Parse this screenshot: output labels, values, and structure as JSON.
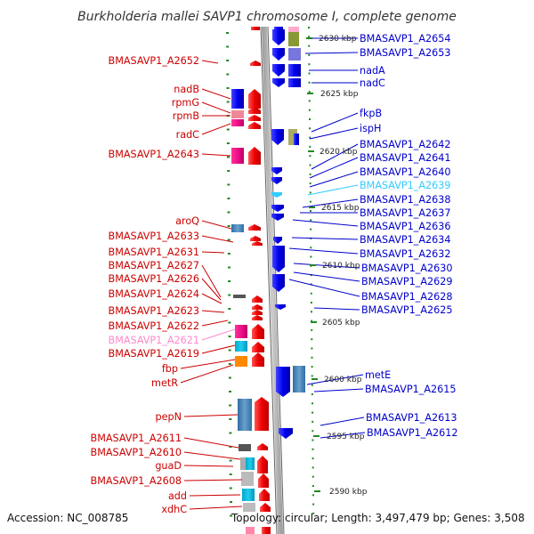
{
  "title": "Burkholderia mallei SAVP1 chromosome I, complete genome",
  "footer": {
    "accession": "Accession: NC_008785",
    "summary": "Topology: circular; Length: 3,497,479 bp; Genes: 3,508"
  },
  "colors": {
    "reverse_label": "#cc0000",
    "forward_label": "#0000cc",
    "highlight_pink": "#ff88cc",
    "highlight_cyan": "#33ccff",
    "backbone": "#888888",
    "tick": "#228822"
  },
  "kbp_marks": [
    "2630 kbp",
    "2625 kbp",
    "2620 kbp",
    "2615 kbp",
    "2610 kbp",
    "2605 kbp",
    "2600 kbp",
    "2595 kbp",
    "2590 kbp"
  ],
  "left_labels": [
    "BMASAVP1_A2652",
    "nadB",
    "rpmG",
    "rpmB",
    "radC",
    "BMASAVP1_A2643",
    "aroQ",
    "BMASAVP1_A2633",
    "BMASAVP1_A2631",
    "BMASAVP1_A2627",
    "BMASAVP1_A2626",
    "BMASAVP1_A2624",
    "BMASAVP1_A2623",
    "BMASAVP1_A2622",
    "BMASAVP1_A2621",
    "BMASAVP1_A2619",
    "fbp",
    "metR",
    "pepN",
    "BMASAVP1_A2611",
    "BMASAVP1_A2610",
    "guaD",
    "BMASAVP1_A2608",
    "add",
    "xdhC"
  ],
  "right_labels": [
    "BMASAVP1_A2654",
    "BMASAVP1_A2653",
    "nadA",
    "nadC",
    "fkpB",
    "ispH",
    "BMASAVP1_A2642",
    "BMASAVP1_A2641",
    "BMASAVP1_A2640",
    "BMASAVP1_A2639",
    "BMASAVP1_A2638",
    "BMASAVP1_A2637",
    "BMASAVP1_A2636",
    "BMASAVP1_A2634",
    "BMASAVP1_A2632",
    "BMASAVP1_A2630",
    "BMASAVP1_A2629",
    "BMASAVP1_A2628",
    "BMASAVP1_A2625",
    "metE",
    "BMASAVP1_A2615",
    "BMASAVP1_A2613",
    "BMASAVP1_A2612"
  ]
}
